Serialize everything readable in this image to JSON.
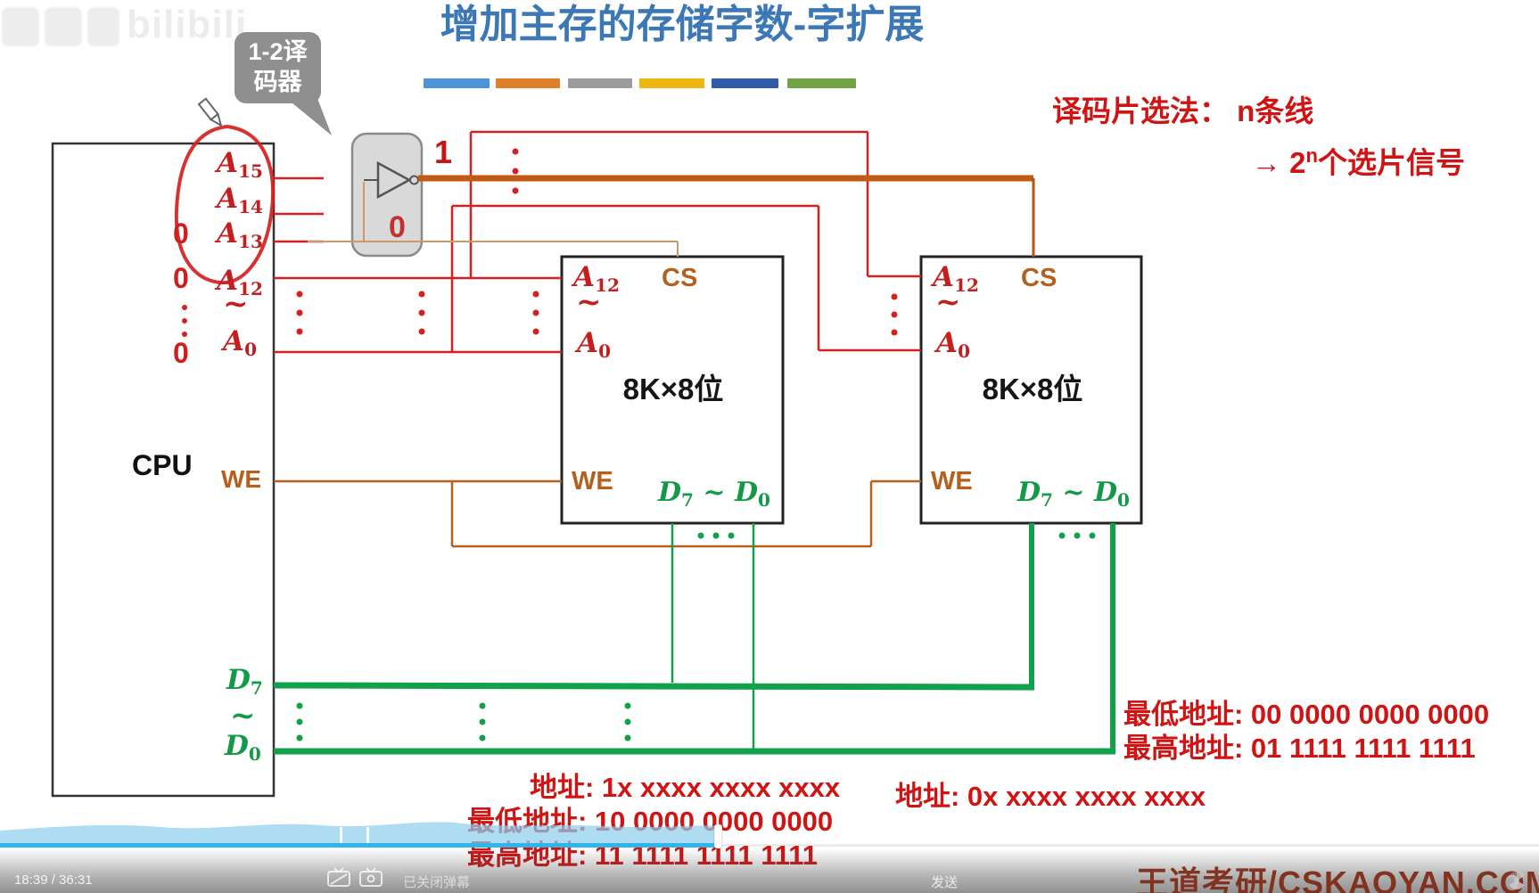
{
  "watermark": {
    "bilibili": "bilibili"
  },
  "title": "增加主存的存储字数-字扩展",
  "title_bars": [
    "#4d94d9",
    "#df7f2b",
    "#9c9c9c",
    "#eeb60e",
    "#2f5ba8",
    "#71a445"
  ],
  "callout": {
    "line1": "1-2译",
    "line2": "码器"
  },
  "decoder": {
    "one": "1",
    "zero": "0"
  },
  "cpu": {
    "label": "CPU",
    "zero1": "0",
    "zero2": "0",
    "zero3": "0",
    "a15": {
      "b": "A",
      "s": "15"
    },
    "a14": {
      "b": "A",
      "s": "14"
    },
    "a13": {
      "b": "A",
      "s": "13"
    },
    "a12": {
      "b": "A",
      "s": "12"
    },
    "tilde": "~",
    "a0": {
      "b": "A",
      "s": "0"
    },
    "we": "WE",
    "d7": {
      "b": "D",
      "s": "7"
    },
    "tilde2": "~",
    "d0": {
      "b": "D",
      "s": "0"
    }
  },
  "chip": {
    "a12": {
      "b": "A",
      "s": "12"
    },
    "tilde": "~",
    "a0": {
      "b": "A",
      "s": "0"
    },
    "cs": "CS",
    "size": "8K×8位",
    "we": "WE",
    "d7": {
      "b": "D",
      "s": "7"
    },
    "dtilde": "~",
    "d0": {
      "b": "D",
      "s": "0"
    }
  },
  "notes": {
    "decode_line1": "译码片选法：  n条线",
    "arrow": "→ ",
    "pow_base": "2",
    "pow_sup": "n",
    "pow_rest": "个选片信号",
    "right_low": "最低地址: 00 0000 0000 0000",
    "right_high": "最高地址: 01 1111 1111 1111",
    "mid_addr": "地址: 0x xxxx xxxx xxxx",
    "bottom_addr": "地址: 1x xxxx xxxx xxxx",
    "bottom_low": "最低地址: 10 0000 0000 0000",
    "bottom_high": "最高地址: 11 1111 1111 1111"
  },
  "player": {
    "time": "18:39 / 36:31",
    "danmaku_status": "已关闭弹幕",
    "send": "发送",
    "brand": "王道考研/CSKAOYAN.COM"
  },
  "colors": {
    "red_line": "#d42020",
    "title_blue": "#3c78b5",
    "brown_thick": "#c05a15",
    "tan": "#c99a6a",
    "we_brown": "#b4611f",
    "green": "#12a14b",
    "progress_blue": "#2fb6e9"
  }
}
